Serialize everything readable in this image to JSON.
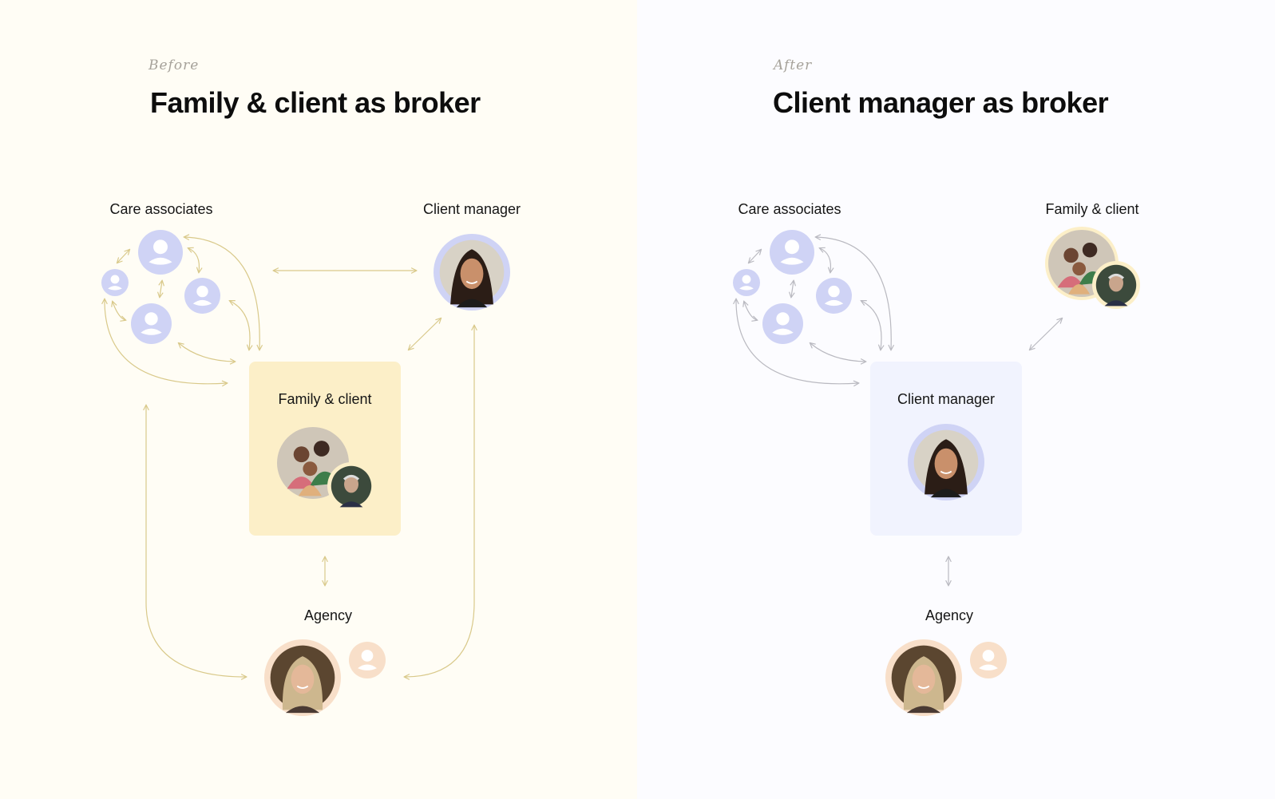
{
  "before": {
    "tag": "Before",
    "title": "Family & client as broker",
    "labels": {
      "care_associates": "Care associates",
      "client_manager": "Client manager",
      "center": "Family & client",
      "agency": "Agency"
    }
  },
  "after": {
    "tag": "After",
    "title": "Client manager as broker",
    "labels": {
      "care_associates": "Care associates",
      "family_client": "Family & client",
      "center": "Client manager",
      "agency": "Agency"
    }
  },
  "colors": {
    "before_bg": "#fffdf5",
    "after_bg": "#fcfcff",
    "before_arrow": "#d9c98a",
    "after_arrow": "#b9b9c0",
    "person_lavender": "#cfd3f5",
    "person_peach": "#f8dfc9",
    "card_yellow": "#fcefc8",
    "card_lavender": "#f1f3fe"
  }
}
